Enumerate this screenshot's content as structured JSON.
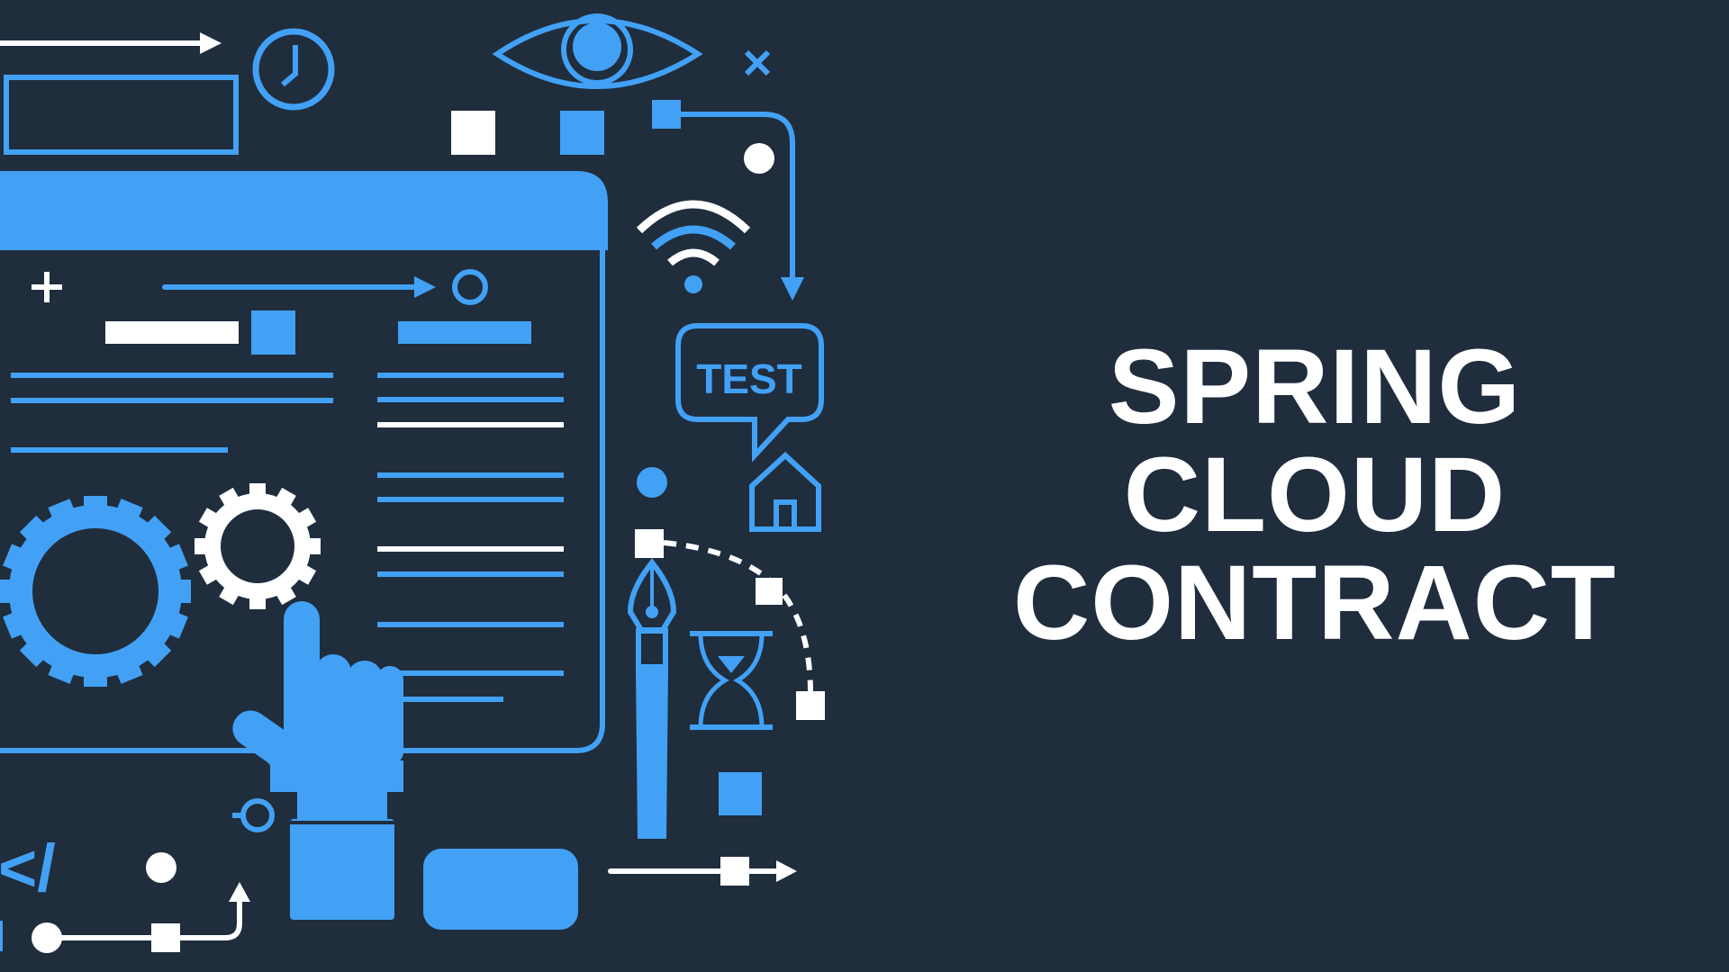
{
  "colors": {
    "background": "#1f2d3d",
    "accent": "#42a1f5",
    "white": "#ffffff"
  },
  "title": {
    "line1": "SPRING",
    "line2": "CLOUD",
    "line3": "CONTRACT"
  },
  "illustration": {
    "speech_bubble_text": "TEST",
    "code_tag_text": "</",
    "icons": [
      "eye-icon",
      "clock-icon",
      "wifi-icon",
      "gear-icon",
      "pointing-hand-icon",
      "pen-nib-icon",
      "hourglass-icon",
      "house-icon",
      "close-icon",
      "plus-icon"
    ]
  }
}
